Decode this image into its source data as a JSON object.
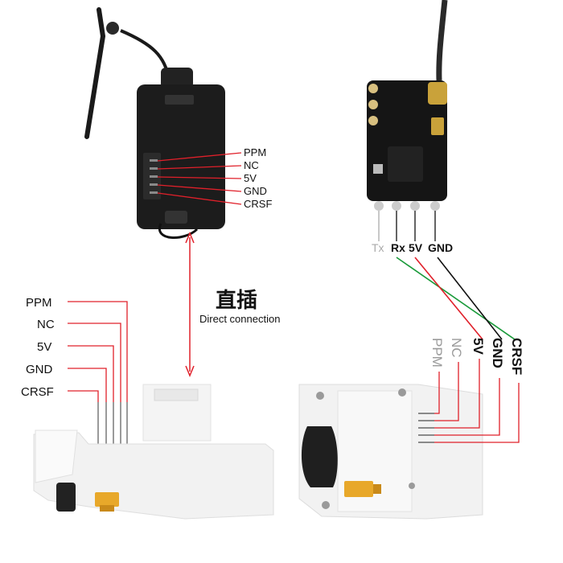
{
  "top_module": {
    "pin_labels": [
      "PPM",
      "NC",
      "5V",
      "GND",
      "CRSF"
    ]
  },
  "connection": {
    "title": "直插",
    "subtitle": "Direct connection"
  },
  "left_module": {
    "pin_labels": [
      "PPM",
      "NC",
      "5V",
      "GND",
      "CRSF"
    ]
  },
  "receiver": {
    "pin_labels": [
      "Tx",
      "Rx",
      "5V",
      "GND"
    ]
  },
  "right_module": {
    "pin_labels": [
      "PPM",
      "NC",
      "5V",
      "GND",
      "CRSF"
    ]
  },
  "colors": {
    "wire_red": "#e0202a",
    "wire_black": "#111111",
    "wire_green": "#1a9a3a",
    "module_black": "#1c1c1c",
    "plastic_white": "#f2f2f2",
    "pcb_black": "#151515"
  }
}
